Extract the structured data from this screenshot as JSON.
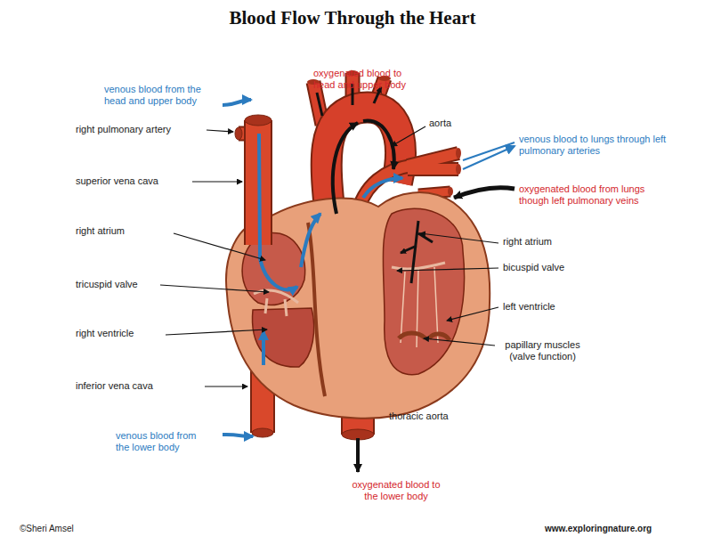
{
  "diagram": {
    "title": "Blood Flow Through the Heart",
    "labels": [
      "venous blood from the head and upper body",
      "oxygenated blood to head and upper body",
      "right pulmonary artery",
      "aorta",
      "venous blood to lungs through left pulmonary arteries",
      "superior vena cava",
      "oxygenated blood from lungs though left pulmonary veins",
      "right atrium",
      "right atrium",
      "bicuspid valve",
      "tricuspid valve",
      "left ventricle",
      "right ventricle",
      "papillary muscles (valve function)",
      "inferior vena cava",
      "thoracic aorta",
      "venous blood from the lower body",
      "oxygenated blood to the lower body",
      "©Sheri Amsel",
      "www.exploringnature.org"
    ]
  }
}
